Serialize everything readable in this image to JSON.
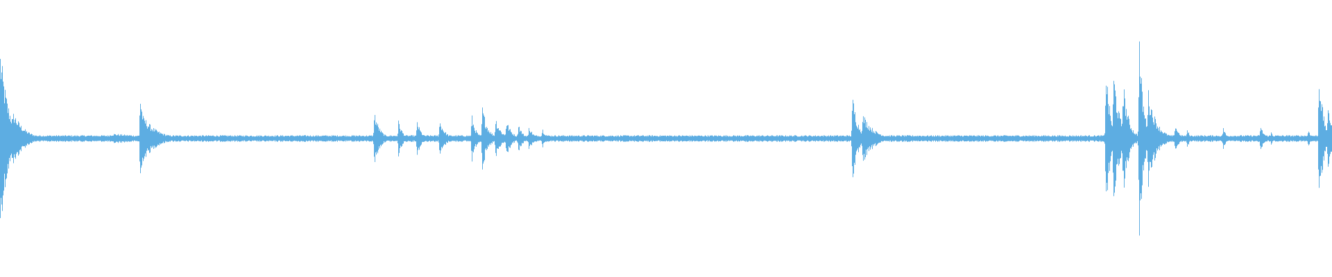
{
  "waveform": {
    "color": "#5dade2",
    "background": "#ffffff",
    "centerline_fraction": 0.5,
    "baseline_amplitude": 0.012,
    "bursts": [
      {
        "t": 0.0,
        "amp": 0.34,
        "width": 0.006
      },
      {
        "t": 0.01,
        "amp": 0.1,
        "width": 0.008
      },
      {
        "t": 0.085,
        "amp": 0.018,
        "width": 0.04
      },
      {
        "t": 0.105,
        "amp": 0.18,
        "width": 0.003
      },
      {
        "t": 0.108,
        "amp": 0.08,
        "width": 0.01
      },
      {
        "t": 0.281,
        "amp": 0.1,
        "width": 0.004
      },
      {
        "t": 0.299,
        "amp": 0.07,
        "width": 0.003
      },
      {
        "t": 0.313,
        "amp": 0.07,
        "width": 0.003
      },
      {
        "t": 0.33,
        "amp": 0.07,
        "width": 0.004
      },
      {
        "t": 0.354,
        "amp": 0.09,
        "width": 0.003
      },
      {
        "t": 0.362,
        "amp": 0.12,
        "width": 0.004
      },
      {
        "t": 0.372,
        "amp": 0.08,
        "width": 0.004
      },
      {
        "t": 0.38,
        "amp": 0.07,
        "width": 0.004
      },
      {
        "t": 0.389,
        "amp": 0.06,
        "width": 0.003
      },
      {
        "t": 0.397,
        "amp": 0.05,
        "width": 0.003
      },
      {
        "t": 0.407,
        "amp": 0.04,
        "width": 0.003
      },
      {
        "t": 0.64,
        "amp": 0.16,
        "width": 0.004
      },
      {
        "t": 0.648,
        "amp": 0.09,
        "width": 0.008
      },
      {
        "t": 0.69,
        "amp": 0.015,
        "width": 0.002
      },
      {
        "t": 0.735,
        "amp": 0.012,
        "width": 0.002
      },
      {
        "t": 0.79,
        "amp": 0.012,
        "width": 0.002
      },
      {
        "t": 0.83,
        "amp": 0.3,
        "width": 0.003
      },
      {
        "t": 0.836,
        "amp": 0.26,
        "width": 0.004
      },
      {
        "t": 0.843,
        "amp": 0.22,
        "width": 0.004
      },
      {
        "t": 0.855,
        "amp": 0.4,
        "width": 0.003
      },
      {
        "t": 0.862,
        "amp": 0.18,
        "width": 0.006
      },
      {
        "t": 0.882,
        "amp": 0.06,
        "width": 0.003
      },
      {
        "t": 0.891,
        "amp": 0.04,
        "width": 0.002
      },
      {
        "t": 0.918,
        "amp": 0.05,
        "width": 0.002
      },
      {
        "t": 0.946,
        "amp": 0.05,
        "width": 0.003
      },
      {
        "t": 0.954,
        "amp": 0.03,
        "width": 0.002
      },
      {
        "t": 0.982,
        "amp": 0.04,
        "width": 0.002
      },
      {
        "t": 0.99,
        "amp": 0.28,
        "width": 0.003
      },
      {
        "t": 0.997,
        "amp": 0.12,
        "width": 0.004
      }
    ]
  }
}
